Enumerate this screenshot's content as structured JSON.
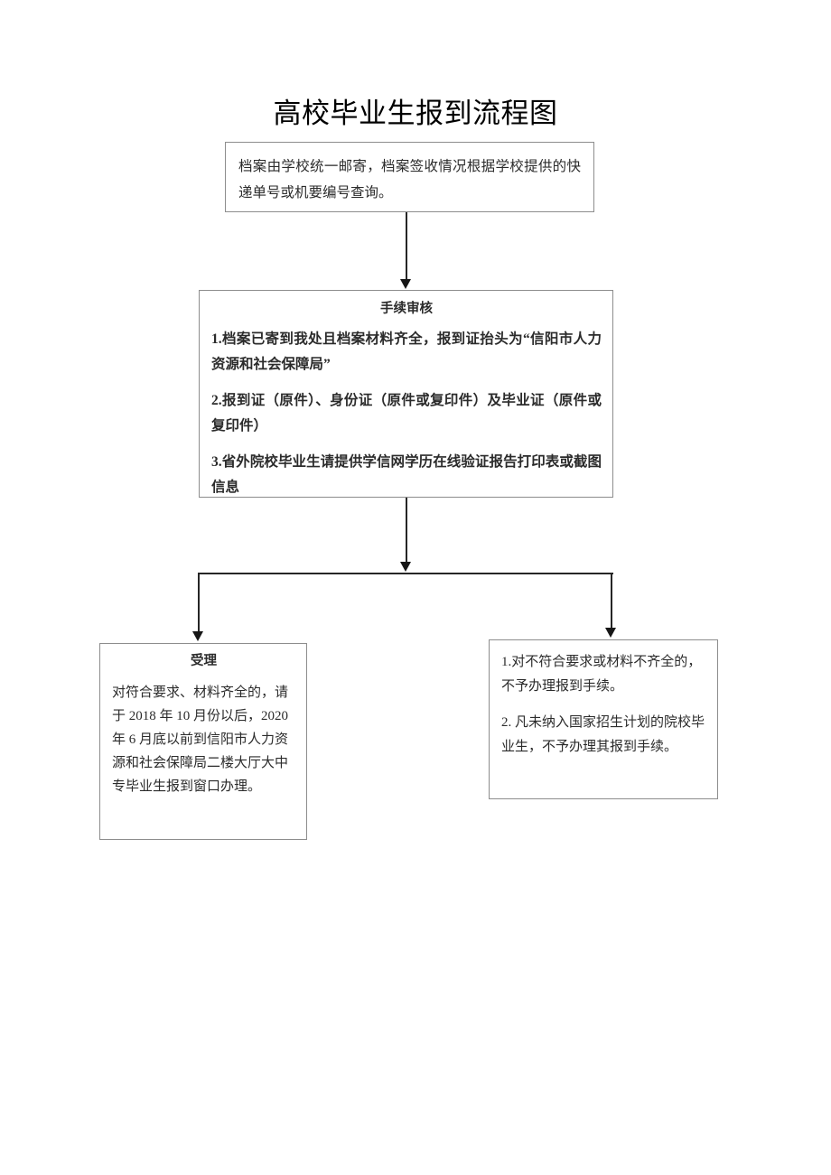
{
  "document": {
    "title": "高校毕业生报到流程图"
  },
  "flowchart": {
    "type": "flowchart",
    "orientation": "top-to-bottom",
    "nodes": [
      {
        "id": "archive",
        "name": "archive-mailing-box",
        "heading": "",
        "paragraphs": [
          "档案由学校统一邮寄，档案签收情况根据学校提供的快递单号或机要编号查询。"
        ]
      },
      {
        "id": "review",
        "name": "procedure-review-box",
        "heading": "手续审核",
        "paragraphs": [
          "1.档案已寄到我处且档案材料齐全，报到证抬头为“信阳市人力资源和社会保障局”",
          "2.报到证（原件）、身份证（原件或复印件）及毕业证（原件或复印件）",
          "3.省外院校毕业生请提供学信网学历在线验证报告打印表或截图信息"
        ]
      },
      {
        "id": "accept",
        "name": "acceptance-box",
        "heading": "受理",
        "paragraphs": [
          "对符合要求、材料齐全的，请于 2018 年 10 月份以后，2020 年 6 月底以前到信阳市人力资源和社会保障局二楼大厅大中专毕业生报到窗口办理。"
        ]
      },
      {
        "id": "reject",
        "name": "rejection-box",
        "heading": "",
        "paragraphs": [
          "1.对不符合要求或材料不齐全的，不予办理报到手续。",
          "2. 凡未纳入国家招生计划的院校毕业生，不予办理其报到手续。"
        ]
      }
    ],
    "edges": [
      {
        "from": "archive",
        "to": "review",
        "name": "arrow-archive-to-review",
        "style": "straight-down"
      },
      {
        "from": "review",
        "to": "accept",
        "name": "arrow-review-to-accept",
        "style": "split-left"
      },
      {
        "from": "review",
        "to": "reject",
        "name": "arrow-review-to-reject",
        "style": "split-right"
      }
    ]
  },
  "colors": {
    "page_background": "#ffffff",
    "box_border": "#8d8d8d",
    "connector": "#262626",
    "text": "#2b2b2b",
    "title_text": "#000000"
  }
}
